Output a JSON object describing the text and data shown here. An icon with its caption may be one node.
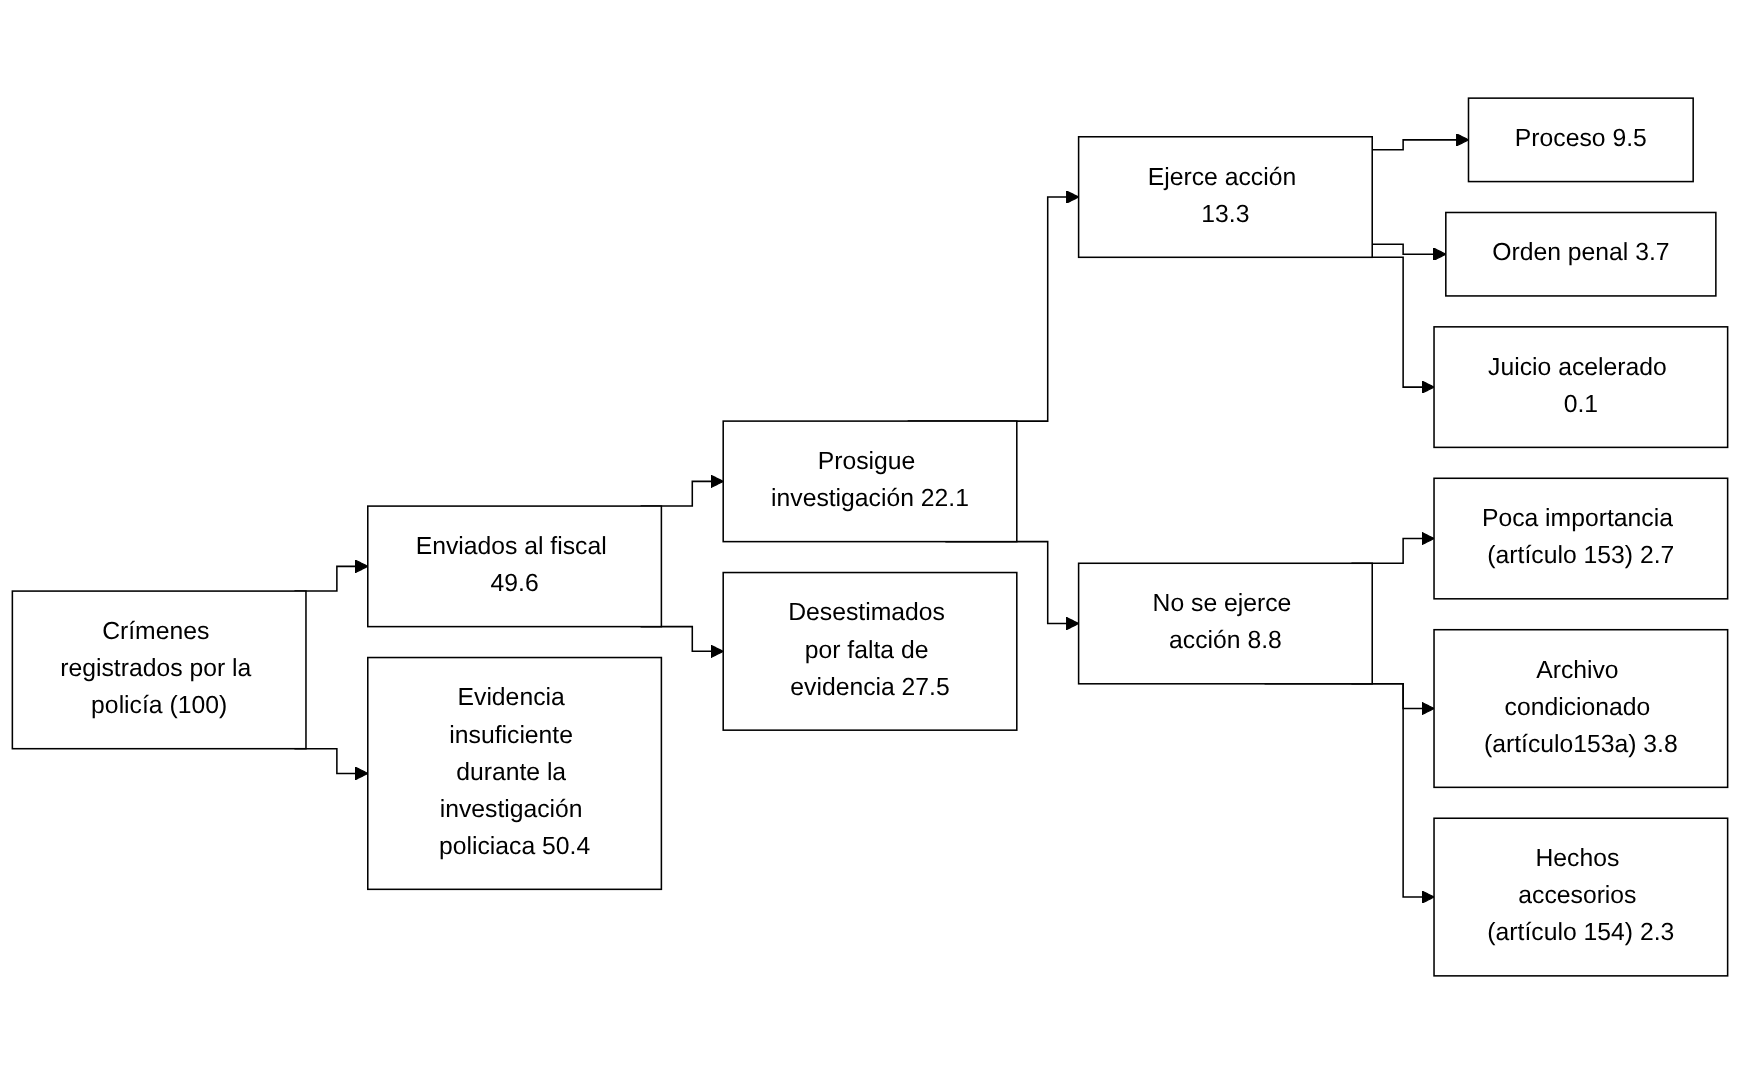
{
  "diagram": {
    "nodes": [
      {
        "text": [
          "Crímenes registrados por la policía (100)"
        ]
      },
      {
        "text": [
          "Enviados al fiscal 49.6"
        ]
      },
      {
        "text": [
          "Evidencia insuficiente durante la investigación policiaca 50.4"
        ]
      },
      {
        "text": [
          "Prosigue investigación 22.1"
        ]
      },
      {
        "text": [
          "Desestimados por falta de evidencia 27.5"
        ]
      },
      {
        "text": [
          "Ejerce acción 13.3"
        ]
      },
      {
        "text": [
          "No se ejerce acción 8.8"
        ]
      },
      {
        "text": [
          "Proceso 9.5"
        ]
      },
      {
        "text": [
          "Orden penal 3.7"
        ]
      },
      {
        "text": [
          "Juicio acelerado 0.1"
        ]
      },
      {
        "text": [
          "Poca importancia (artículo 153) 2.7"
        ]
      },
      {
        "text": [
          "Archivo condicionado (artículo153a) 3.8"
        ]
      },
      {
        "text": [
          "Hechos accesorios (artículo 154) 2.3"
        ]
      }
    ],
    "edges": [
      {
        "from": 0,
        "to": 1,
        "arrow": "to"
      },
      {
        "from": 0,
        "to": 2,
        "arrow": "to"
      },
      {
        "from": 1,
        "to": 3,
        "arrow": "to"
      },
      {
        "from": 1,
        "to": 4,
        "arrow": "to"
      },
      {
        "from": 3,
        "to": 5,
        "arrow": "to"
      },
      {
        "from": 3,
        "to": 6,
        "arrow": "to"
      },
      {
        "from": 5,
        "to": 7,
        "arrow": "to"
      },
      {
        "from": 5,
        "to": 8,
        "arrow": "to"
      },
      {
        "from": 5,
        "to": 9,
        "arrow": "to"
      },
      {
        "from": 6,
        "to": 10,
        "arrow": "to"
      },
      {
        "from": 6,
        "to": 11,
        "arrow": "to"
      },
      {
        "from": 6,
        "to": 12,
        "arrow": "to"
      }
    ]
  }
}
